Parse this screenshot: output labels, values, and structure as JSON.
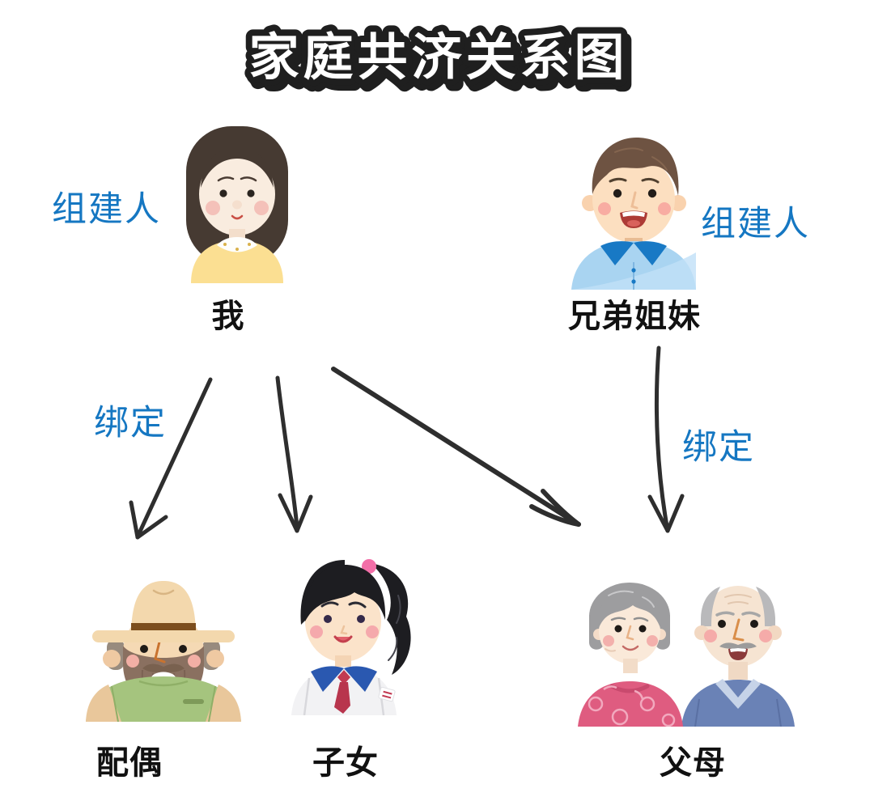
{
  "title": "家庭共济关系图",
  "colors": {
    "accent_blue": "#1577C2",
    "arrow": "#2E2E2E",
    "label_text": "#111111",
    "background": "#FFFFFF"
  },
  "nodes": {
    "me": {
      "label": "我",
      "role": "组建人",
      "avatar": "young-woman-yellow-top"
    },
    "siblings": {
      "label": "兄弟姐妹",
      "role": "组建人",
      "avatar": "young-man-blue-polo"
    },
    "spouse": {
      "label": "配偶",
      "avatar": "man-hat-beard-green-shirt"
    },
    "children": {
      "label": "子女",
      "avatar": "girl-ponytail-school-uniform"
    },
    "parents": {
      "label": "父母",
      "avatar": "elderly-couple"
    }
  },
  "edges": [
    {
      "from": "我",
      "to": "配偶",
      "label": "绑定"
    },
    {
      "from": "我",
      "to": "子女",
      "label": ""
    },
    {
      "from": "我",
      "to": "父母",
      "label": ""
    },
    {
      "from": "兄弟姐妹",
      "to": "父母",
      "label": "绑定"
    }
  ]
}
